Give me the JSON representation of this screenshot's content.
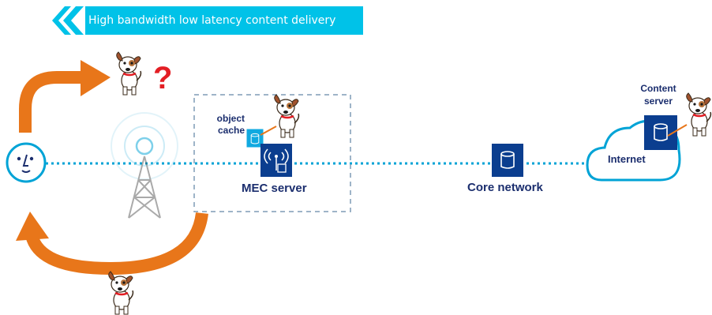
{
  "banner": {
    "text": "High bandwidth low latency content delivery",
    "color": "#00c2e8"
  },
  "labels": {
    "object_cache": "object\ncache",
    "mec_server": "MEC server",
    "core_network": "Core network",
    "content_server": "Content\nserver",
    "internet": "Internet"
  },
  "question_mark": "?",
  "colors": {
    "link": "#00a3d6",
    "arrow": "#e8761a",
    "node": "#0b3e8f",
    "node_light": "#10a9e0",
    "text": "#1b2e6e",
    "question": "#e31e24"
  },
  "icons": [
    "face-icon",
    "cell-tower-icon",
    "database-icon",
    "antenna-icon",
    "cloud-icon",
    "dog-icon"
  ]
}
